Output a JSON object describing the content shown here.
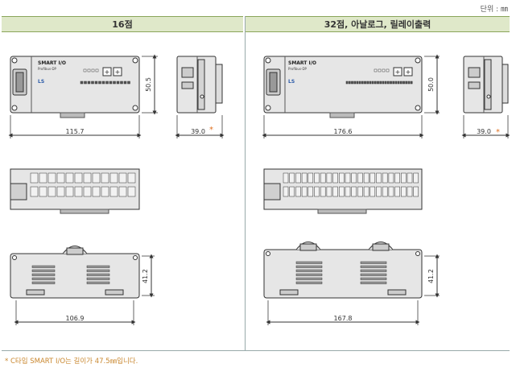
{
  "unit_label": "단위 : ㎜",
  "headers": {
    "left": "16점",
    "right": "32점, 아날로그, 릴레이출력"
  },
  "module_label": {
    "brand": "SMART I/O",
    "sub": "Profibus-DP",
    "logo": "LS"
  },
  "dims": {
    "l_width": "115.7",
    "l_height": "50.5",
    "l_depth": "39.0",
    "l_bottom_width": "106.9",
    "l_bottom_height": "41.2",
    "r_width": "176.6",
    "r_height": "50.0",
    "r_depth": "39.0",
    "r_bottom_width": "167.8",
    "r_bottom_height": "41.2",
    "asterisk": "*"
  },
  "footnote": "* C타입 SMART I/O는 길이가 47.5㎜입니다.",
  "colors": {
    "header_bg": "#dfe8c9",
    "module_fill": "#e6e6e6",
    "accent": "#e07020"
  }
}
